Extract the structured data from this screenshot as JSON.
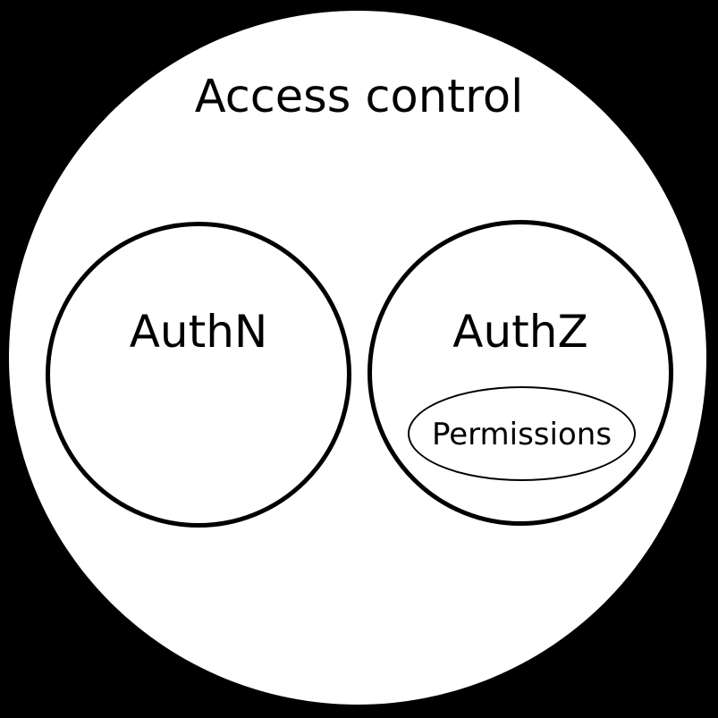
{
  "diagram": {
    "type": "venn-set-diagram",
    "background_color": "#000000",
    "set_fill_color": "#ffffff",
    "stroke_color": "#000000",
    "outer_set": {
      "label": "Access control"
    },
    "sets": [
      {
        "id": "authn",
        "label": "AuthN",
        "children": []
      },
      {
        "id": "authz",
        "label": "AuthZ",
        "children": [
          {
            "id": "permissions",
            "label": "Permissions"
          }
        ]
      }
    ]
  }
}
